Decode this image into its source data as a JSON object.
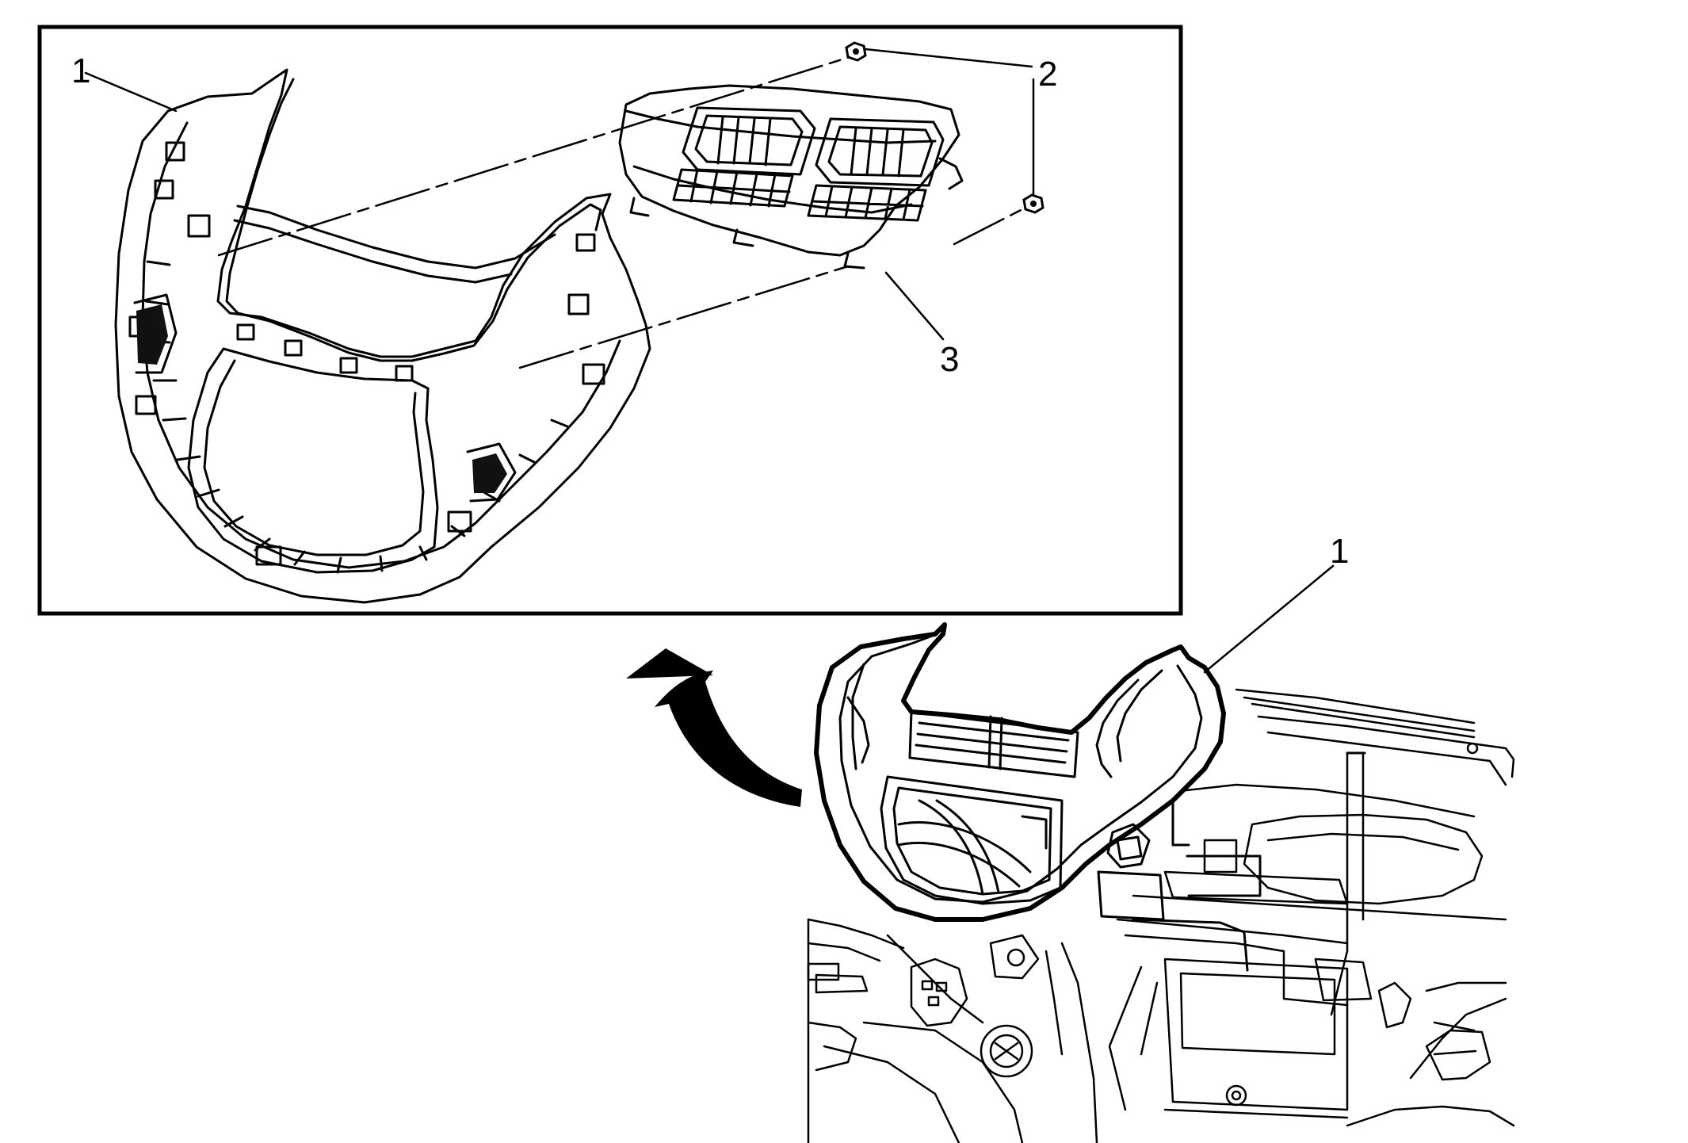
{
  "callouts": {
    "detail_1": "1",
    "detail_2": "2",
    "detail_3": "3",
    "overview_1": "1"
  }
}
